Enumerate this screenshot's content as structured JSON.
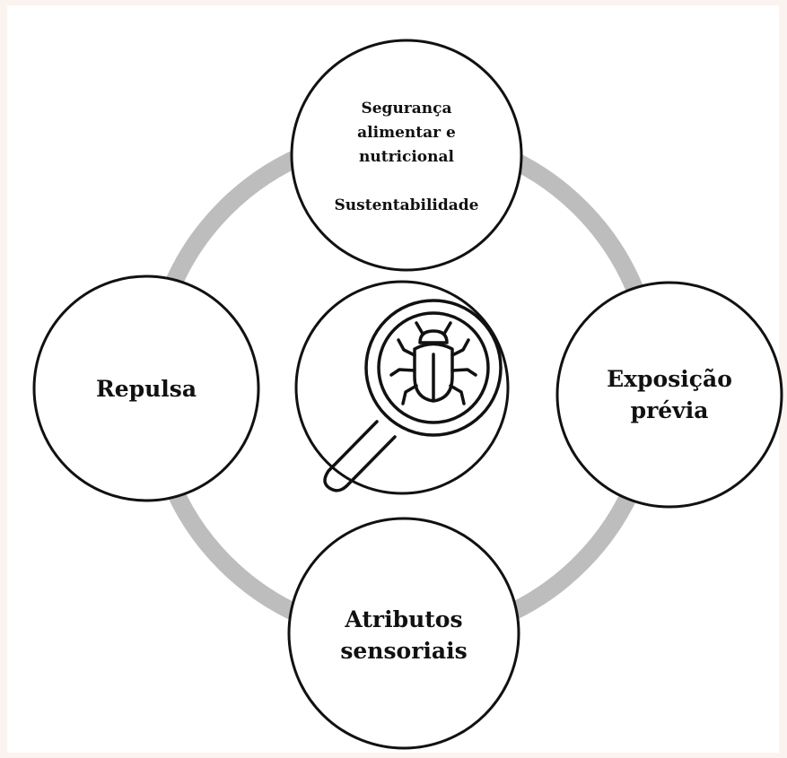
{
  "diagram": {
    "top_node": {
      "lines": [
        "Segurança",
        "alimentar e",
        "nutricional",
        "",
        "Sustentabilidade"
      ]
    },
    "left_node": {
      "lines": [
        "Repulsa"
      ]
    },
    "right_node": {
      "lines": [
        "Exposição",
        "prévia"
      ]
    },
    "bottom_node": {
      "lines": [
        "Atributos",
        "sensoriais"
      ]
    },
    "center_node": {
      "icon": "magnifier-bug-icon"
    },
    "colors": {
      "ring": "#bdbdbd",
      "stroke": "#111111",
      "fill": "#ffffff"
    }
  }
}
